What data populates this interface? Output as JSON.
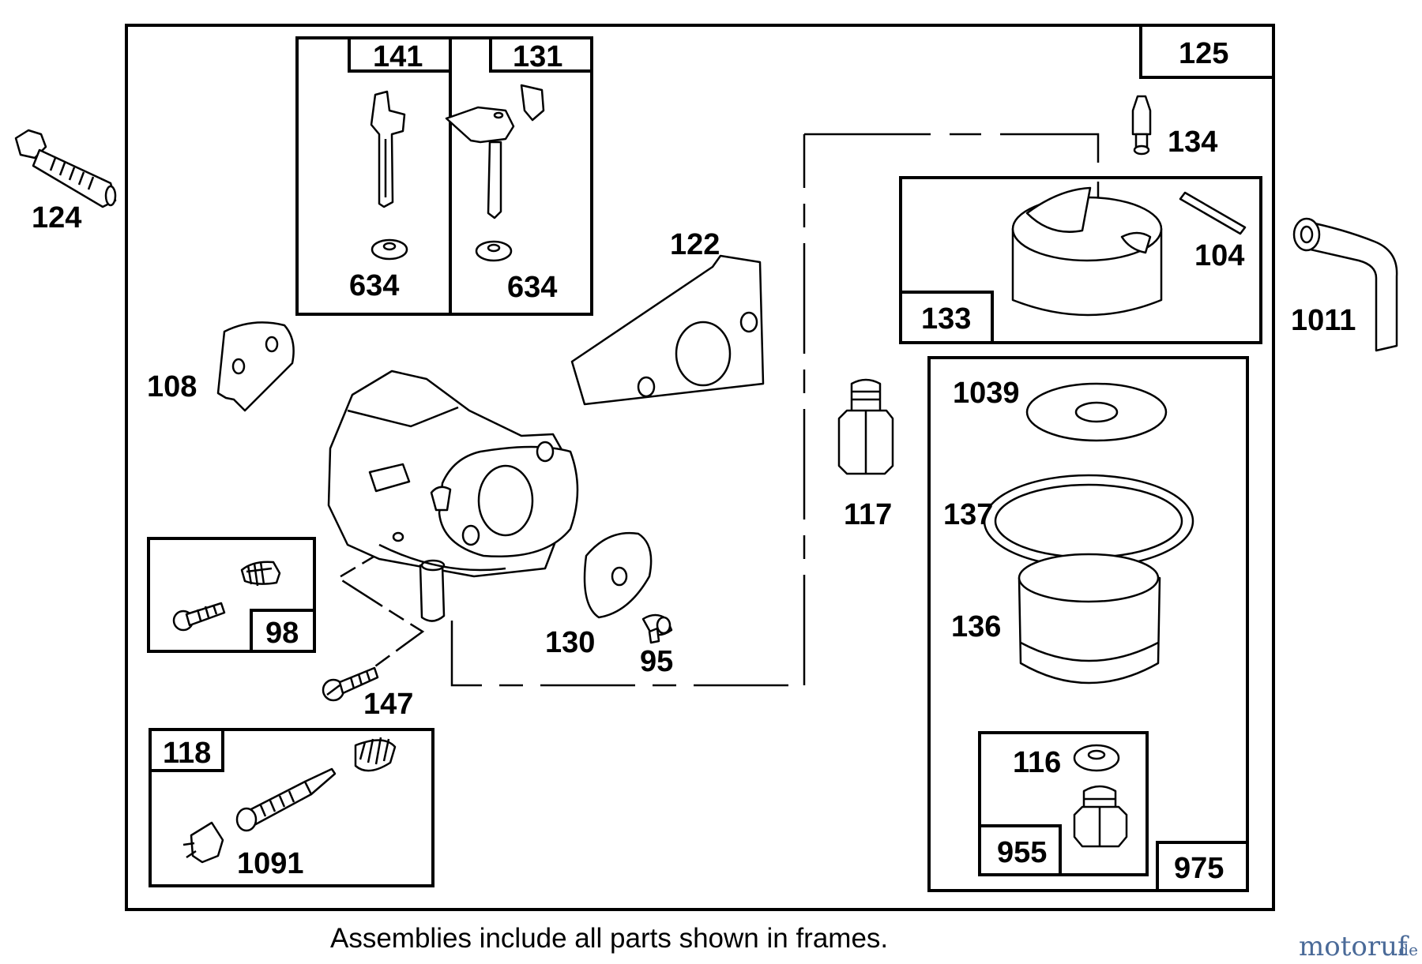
{
  "labels": {
    "p124": "124",
    "p141": "141",
    "p131": "131",
    "p125": "125",
    "p634a": "634",
    "p634b": "634",
    "p134": "134",
    "p122": "122",
    "p104": "104",
    "p133": "133",
    "p1011": "1011",
    "p108": "108",
    "p1039": "1039",
    "p117": "117",
    "p137": "137",
    "p98": "98",
    "p130": "130",
    "p136": "136",
    "p95": "95",
    "p147": "147",
    "p118": "118",
    "p116": "116",
    "p1091": "1091",
    "p955": "955",
    "p975": "975"
  },
  "caption": "Assemblies include all parts shown in frames.",
  "watermark": {
    "main": "motoruf",
    "suffix": ".de"
  }
}
